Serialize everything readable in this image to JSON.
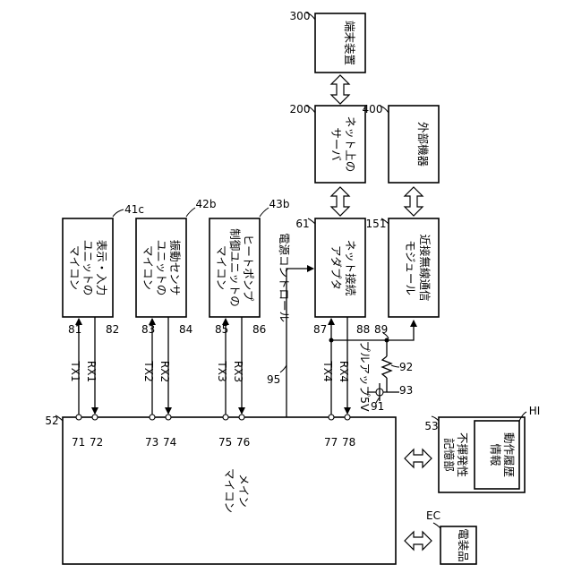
{
  "components": {
    "terminal": {
      "ref": "300",
      "label": "端末装置"
    },
    "server": {
      "ref": "200",
      "label_lines": [
        "ネット上の",
        "サーバ"
      ]
    },
    "external": {
      "ref": "400",
      "label": "外部機器"
    },
    "display_mcu": {
      "ref": "41c",
      "label_lines": [
        "表示・入力",
        "ユニットの",
        "マイコン"
      ]
    },
    "vibration_mcu": {
      "ref": "42b",
      "label_lines": [
        "振動センサ",
        "ユニットの",
        "マイコン"
      ]
    },
    "heatpump_mcu": {
      "ref": "43b",
      "label_lines": [
        "ヒートポンプ",
        "制御ユニットの",
        "マイコン"
      ]
    },
    "net_adapter": {
      "ref": "61",
      "label_lines": [
        "ネット接続",
        "アダプタ"
      ]
    },
    "wireless": {
      "ref": "151",
      "label_lines": [
        "近接無線通信",
        "モジュール"
      ]
    },
    "main_mcu": {
      "ref": "52",
      "label_lines": [
        "メイン",
        "マイコン"
      ]
    },
    "nvm": {
      "ref": "53",
      "label_lines": [
        "不揮発性",
        "記憶部"
      ]
    },
    "history": {
      "ref": "HI",
      "label_lines": [
        "動作履歴",
        "情報"
      ]
    },
    "appliance": {
      "ref": "EC",
      "label": "電装品"
    }
  },
  "signals": {
    "tx1": "TX1",
    "rx1": "RX1",
    "tx2": "TX2",
    "rx2": "RX2",
    "tx3": "TX3",
    "rx3": "RX3",
    "tx4": "TX4",
    "rx4": "RX4"
  },
  "annotations": {
    "power_control": "電源コントロール",
    "pullup": "プルアップ5V"
  },
  "refs": {
    "r71": "71",
    "r72": "72",
    "r73": "73",
    "r74": "74",
    "r75": "75",
    "r76": "76",
    "r77": "77",
    "r78": "78",
    "r81": "81",
    "r82": "82",
    "r83": "83",
    "r84": "84",
    "r85": "85",
    "r86": "86",
    "r87": "87",
    "r88": "88",
    "r89": "89",
    "r91": "91",
    "r92": "92",
    "r93": "93",
    "r95": "95"
  }
}
